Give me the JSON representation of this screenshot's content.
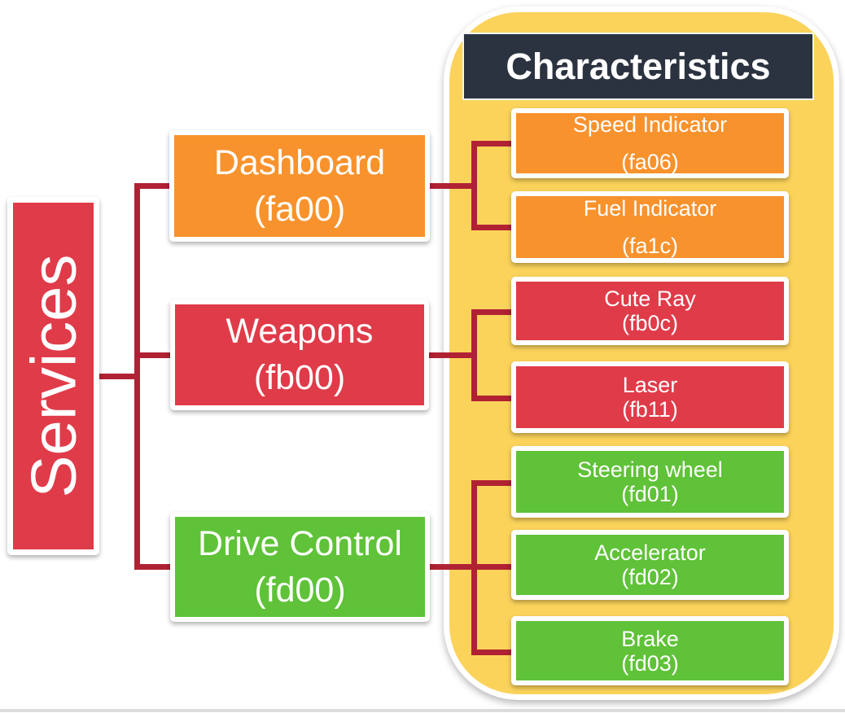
{
  "labels": {
    "services": "Services",
    "characteristics": "Characteristics"
  },
  "services": [
    {
      "name": "Dashboard",
      "uuid": "(fa00)"
    },
    {
      "name": "Weapons",
      "uuid": "(fb00)"
    },
    {
      "name": "Drive Control",
      "uuid": "(fd00)"
    }
  ],
  "characteristics": [
    {
      "name": "Speed Indicator",
      "uuid": "(fa06)",
      "service": "Dashboard"
    },
    {
      "name": "Fuel Indicator",
      "uuid": "(fa1c)",
      "service": "Dashboard"
    },
    {
      "name": "Cute Ray",
      "uuid": "(fb0c)",
      "service": "Weapons"
    },
    {
      "name": "Laser",
      "uuid": "(fb11)",
      "service": "Weapons"
    },
    {
      "name": "Steering wheel",
      "uuid": "(fd01)",
      "service": "Drive Control"
    },
    {
      "name": "Accelerator",
      "uuid": "(fd02)",
      "service": "Drive Control"
    },
    {
      "name": "Brake",
      "uuid": "(fd03)",
      "service": "Drive Control"
    }
  ],
  "colors": {
    "red": "#e03b49",
    "orange": "#f8922d",
    "green": "#5fc238",
    "yellow": "#fbd35b",
    "dark": "#2b3340",
    "connector": "#b02233",
    "bottomline": "#dcdcdc"
  }
}
